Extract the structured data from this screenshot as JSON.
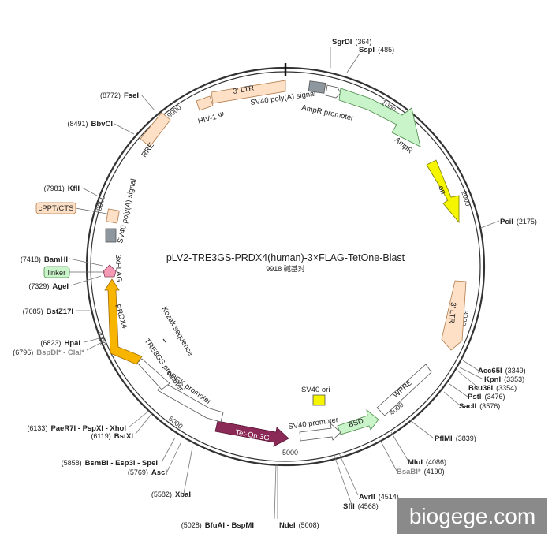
{
  "plasmid": {
    "name": "pLV2-TRE3GS-PRDX4(human)-3×FLAG-TetOne-Blast",
    "size_label": "9918 碱基对"
  },
  "watermark": "biogege.com",
  "ticks": [
    "1000",
    "2000",
    "3000",
    "4000",
    "5000",
    "6000",
    "7000",
    "8000",
    "9000"
  ],
  "features": {
    "ltr3_top": "3' LTR",
    "sv40_polya_top": "SV40 poly(A) signal",
    "hiv_psi": "HIV-1 Ψ",
    "ampr_promoter": "AmpR promoter",
    "ampr": "AmpR",
    "ori": "ori",
    "ltr3_right": "3' LTR",
    "wpre": "WPRE",
    "bsd": "BSD",
    "sv40_promoter": "SV40 promoter",
    "sv40_ori": "SV40 ori",
    "tet_on": "Tet-On 3G",
    "hpgk": "hPGK promoter",
    "tre3gs": "TRE3GS promoter",
    "kozak": "Kozak sequence",
    "prdx4": "PRDX4",
    "flag": "3xFLAG",
    "linker": "linker",
    "cppt": "cPPT/CTS",
    "sv40_polya_left": "SV40 poly(A) signal",
    "rre": "RRE"
  },
  "sites": [
    {
      "enzyme": "SgrDI",
      "pos": "(364)"
    },
    {
      "enzyme": "SspI",
      "pos": "(485)"
    },
    {
      "enzyme": "PciI",
      "pos": "(2175)"
    },
    {
      "enzyme": "Acc65I",
      "pos": "(3349)"
    },
    {
      "enzyme": "KpnI",
      "pos": "(3353)"
    },
    {
      "enzyme": "Bsu36I",
      "pos": "(3354)"
    },
    {
      "enzyme": "PstI",
      "pos": "(3476)"
    },
    {
      "enzyme": "SacII",
      "pos": "(3576)"
    },
    {
      "enzyme": "PflMI",
      "pos": "(3839)"
    },
    {
      "enzyme": "MluI",
      "pos": "(4086)"
    },
    {
      "enzyme": "BsaBI*",
      "pos": "(4190)"
    },
    {
      "enzyme": "AvrII",
      "pos": "(4514)"
    },
    {
      "enzyme": "SfiI",
      "pos": "(4568)"
    },
    {
      "enzyme": "NdeI",
      "pos": "(5008)"
    },
    {
      "enzyme": "BfuAI - BspMI",
      "pos": "(5028)"
    },
    {
      "enzyme": "XbaI",
      "pos": "(5582)"
    },
    {
      "enzyme": "AscI",
      "pos": "(5769)"
    },
    {
      "enzyme": "BsmBI - Esp3I - SpeI",
      "pos": "(5858)"
    },
    {
      "enzyme": "BstXI",
      "pos": "(6119)"
    },
    {
      "enzyme": "PaeR7I - PspXI - XhoI",
      "pos": "(6133)"
    },
    {
      "enzyme": "BspDI* - ClaI*",
      "pos": "(6796)"
    },
    {
      "enzyme": "HpaI",
      "pos": "(6823)"
    },
    {
      "enzyme": "BstZ17I",
      "pos": "(7085)"
    },
    {
      "enzyme": "AgeI",
      "pos": "(7329)"
    },
    {
      "enzyme": "BamHI",
      "pos": "(7418)"
    },
    {
      "enzyme": "KflI",
      "pos": "(7981)"
    },
    {
      "enzyme": "BbvCI",
      "pos": "(8491)"
    },
    {
      "enzyme": "FseI",
      "pos": "(8772)"
    }
  ]
}
